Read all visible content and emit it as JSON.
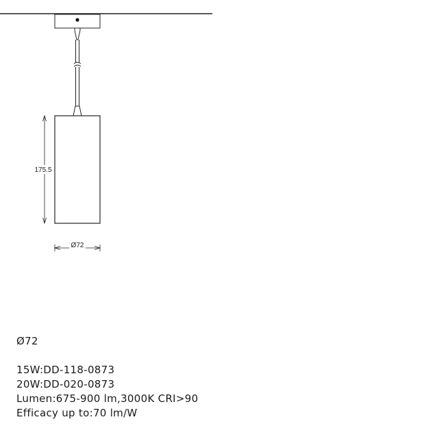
{
  "drawing": {
    "height_dimension": "175.5",
    "diameter_dimension": "Ø72"
  },
  "specs": {
    "diameter": "Ø72",
    "lines": [
      "15W:DD-118-0873",
      "20W:DD-020-0873",
      "Lumen:675-900 lm,3000K CRI>90",
      "Efficacy up to:70 lm/W"
    ]
  }
}
